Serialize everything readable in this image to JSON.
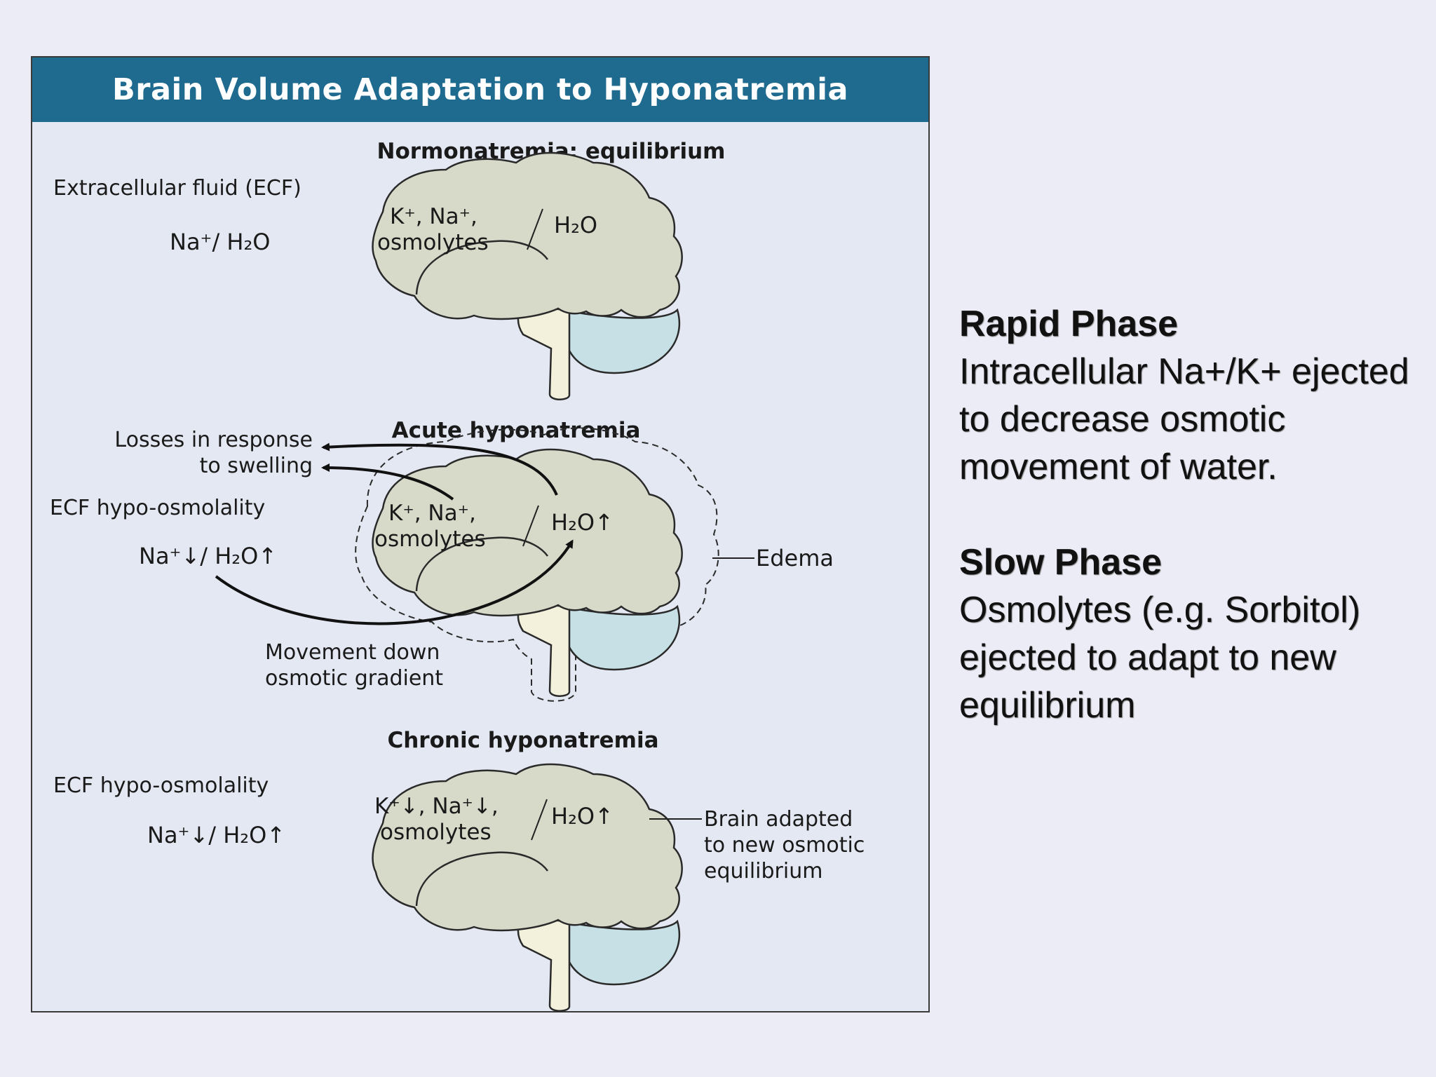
{
  "figure": {
    "title": "Brain Volume Adaptation to Hyponatremia",
    "panels": {
      "normo": {
        "title": "Normonatremia: equilibrium",
        "ecf_label": "Extracellular fluid (ECF)",
        "ecf_ions": "Na⁺/ H₂O",
        "intra_line1": "K⁺, Na⁺,",
        "intra_line2": "osmolytes",
        "water": "H₂O"
      },
      "acute": {
        "title": "Acute hyponatremia",
        "losses_line1": "Losses in response",
        "losses_line2": "to swelling",
        "ecf_label": "ECF hypo-osmolality",
        "ecf_ions": "Na⁺↓/ H₂O↑",
        "intra_line1": "K⁺, Na⁺,",
        "intra_line2": "osmolytes",
        "water": "H₂O↑",
        "edema": "Edema",
        "movement_line1": "Movement down",
        "movement_line2": "osmotic gradient"
      },
      "chronic": {
        "title": "Chronic hyponatremia",
        "ecf_label": "ECF hypo-osmolality",
        "ecf_ions": "Na⁺↓/ H₂O↑",
        "intra_line1": "K⁺↓, Na⁺↓,",
        "intra_line2": "osmolytes",
        "water": "H₂O↑",
        "adapted_line1": "Brain adapted",
        "adapted_line2": "to new osmotic",
        "adapted_line3": "equilibrium"
      }
    }
  },
  "notes": {
    "rapid_title": "Rapid Phase",
    "rapid_text": "Intracellular Na+/K+ ejected to decrease osmotic movement of water.",
    "slow_title": "Slow Phase",
    "slow_text": "Osmolytes (e.g. Sorbitol) ejected to adapt to new equilibrium"
  }
}
